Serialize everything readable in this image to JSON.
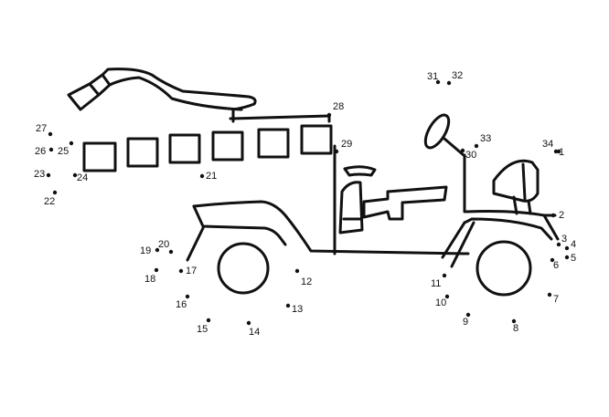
{
  "dots": [
    {
      "label": "1"
    },
    {
      "label": "2"
    },
    {
      "label": "3"
    },
    {
      "label": "4"
    },
    {
      "label": "5"
    },
    {
      "label": "6"
    },
    {
      "label": "7"
    },
    {
      "label": "8"
    },
    {
      "label": "9"
    },
    {
      "label": "10"
    },
    {
      "label": "11"
    },
    {
      "label": "12"
    },
    {
      "label": "13"
    },
    {
      "label": "14"
    },
    {
      "label": "15"
    },
    {
      "label": "16"
    },
    {
      "label": "17"
    },
    {
      "label": "18"
    },
    {
      "label": "19"
    },
    {
      "label": "20"
    },
    {
      "label": "21"
    },
    {
      "label": "22"
    },
    {
      "label": "23"
    },
    {
      "label": "24"
    },
    {
      "label": "25"
    },
    {
      "label": "26"
    },
    {
      "label": "27"
    },
    {
      "label": "28"
    },
    {
      "label": "29"
    },
    {
      "label": "30"
    },
    {
      "label": "31"
    },
    {
      "label": "32"
    },
    {
      "label": "33"
    },
    {
      "label": "34"
    }
  ],
  "colors": {
    "ink": "#111111",
    "paper": "#ffffff"
  }
}
